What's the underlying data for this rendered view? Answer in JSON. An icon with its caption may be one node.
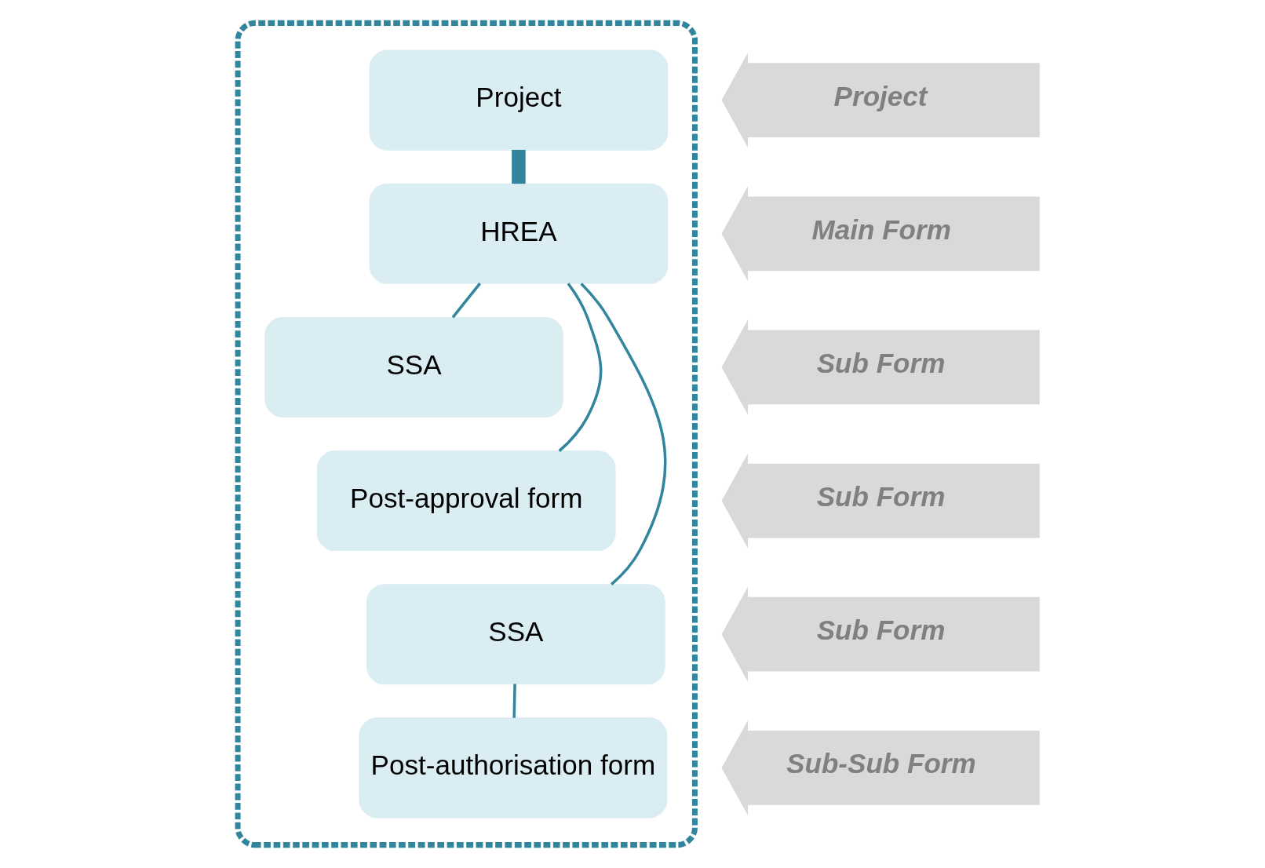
{
  "diagram": {
    "nodes": [
      {
        "text": [],
        "shape": "box"
      },
      {
        "text": [
          "Project"
        ],
        "in": 0
      },
      {
        "text": [
          "HREA"
        ],
        "in": 0
      },
      {
        "text": [
          "SSA"
        ],
        "in": 0
      },
      {
        "text": [
          "Post-approval form"
        ],
        "in": 0
      },
      {
        "text": [
          "SSA"
        ],
        "in": 0
      },
      {
        "text": [
          "Post-authorisation form"
        ],
        "in": 0
      },
      {
        "text": [
          "Project"
        ]
      },
      {
        "text": [
          "Main Form"
        ]
      },
      {
        "text": [
          "Sub Form"
        ]
      },
      {
        "text": [
          "Sub Form"
        ]
      },
      {
        "text": [
          "Sub Form"
        ]
      },
      {
        "text": [
          "Sub-Sub Form"
        ]
      }
    ],
    "edges": [
      {
        "from": 1,
        "to": 2,
        "arrow": "none",
        "style": "thick"
      },
      {
        "from": 2,
        "to": 3,
        "arrow": "none"
      },
      {
        "from": 2,
        "to": 4,
        "arrow": "none"
      },
      {
        "from": 2,
        "to": 5,
        "arrow": "none"
      },
      {
        "from": 5,
        "to": 6,
        "arrow": "none"
      }
    ]
  }
}
